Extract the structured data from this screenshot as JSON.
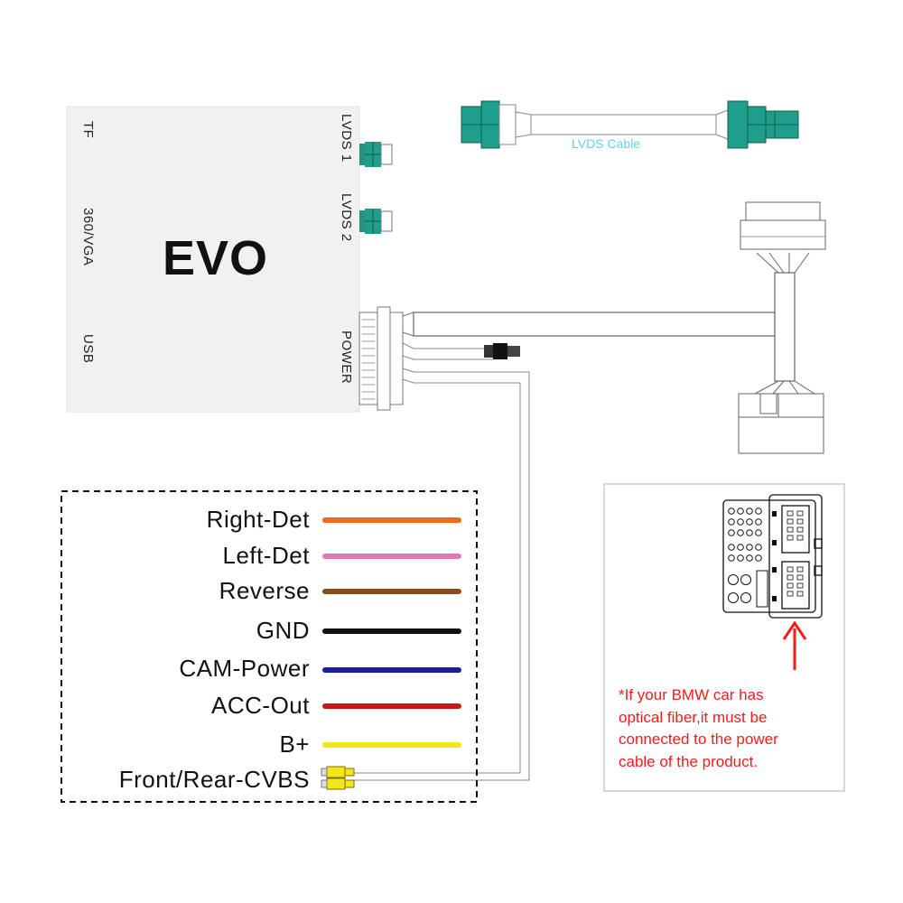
{
  "module": {
    "name": "EVO",
    "ports_left": {
      "tf": "TF",
      "vga": "360/VGA",
      "usb": "USB"
    },
    "ports_right": {
      "lvds1": "LVDS 1",
      "lvds2": "LVDS 2",
      "power": "POWER"
    }
  },
  "lvds_cable": {
    "label": "LVDS Cable",
    "connector_color": "#1f9e8c"
  },
  "wires": [
    {
      "label": "Right-Det",
      "color": "#f26a1b"
    },
    {
      "label": "Left-Det",
      "color": "#e27ab8"
    },
    {
      "label": "Reverse",
      "color": "#8b4a1c"
    },
    {
      "label": "GND",
      "color": "#111111"
    },
    {
      "label": "CAM-Power",
      "color": "#1a1a9e"
    },
    {
      "label": "ACC-Out",
      "color": "#c81919"
    },
    {
      "label": "B+",
      "color": "#f5e61a"
    },
    {
      "label": "Front/Rear-CVBS",
      "color": "#f5e61a"
    }
  ],
  "note": {
    "lines": [
      "*If your BMW car has",
      "optical fiber,it must be",
      "connected to the power",
      "cable of the product."
    ],
    "color": "#ff1a1a"
  }
}
